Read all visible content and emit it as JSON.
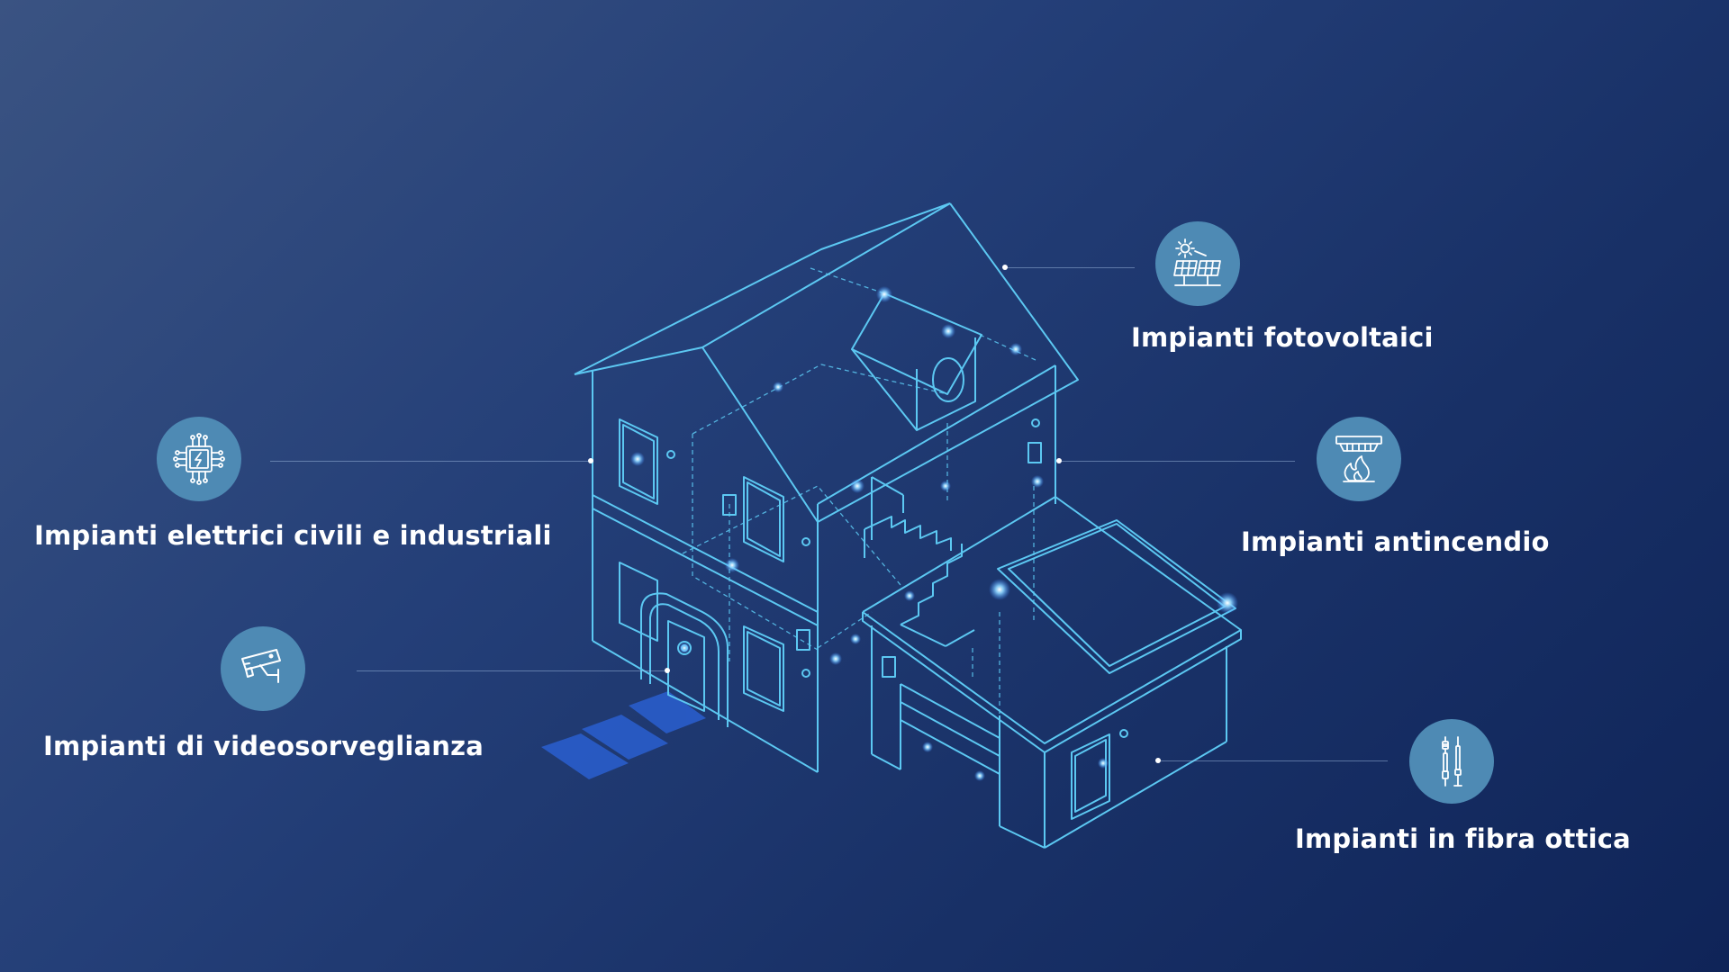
{
  "services": {
    "photovoltaic": {
      "label": "Impianti fotovoltaici",
      "icon": "solar-panel-icon"
    },
    "electrical": {
      "label": "Impianti elettrici civili e industriali",
      "icon": "circuit-chip-icon"
    },
    "fire": {
      "label": "Impianti antincendio",
      "icon": "fire-detector-icon"
    },
    "cctv": {
      "label": "Impianti di videosorveglianza",
      "icon": "security-camera-icon"
    },
    "fiber": {
      "label": "Impianti in fibra ottica",
      "icon": "fiber-optic-icon"
    }
  },
  "colors": {
    "background_top_left": "#3a5382",
    "background_bottom_right": "#0f2458",
    "icon_circle": "#4e8ab4",
    "house_lines": "#5cc8f2",
    "glow": "#8fd6ff",
    "text": "#ffffff"
  }
}
